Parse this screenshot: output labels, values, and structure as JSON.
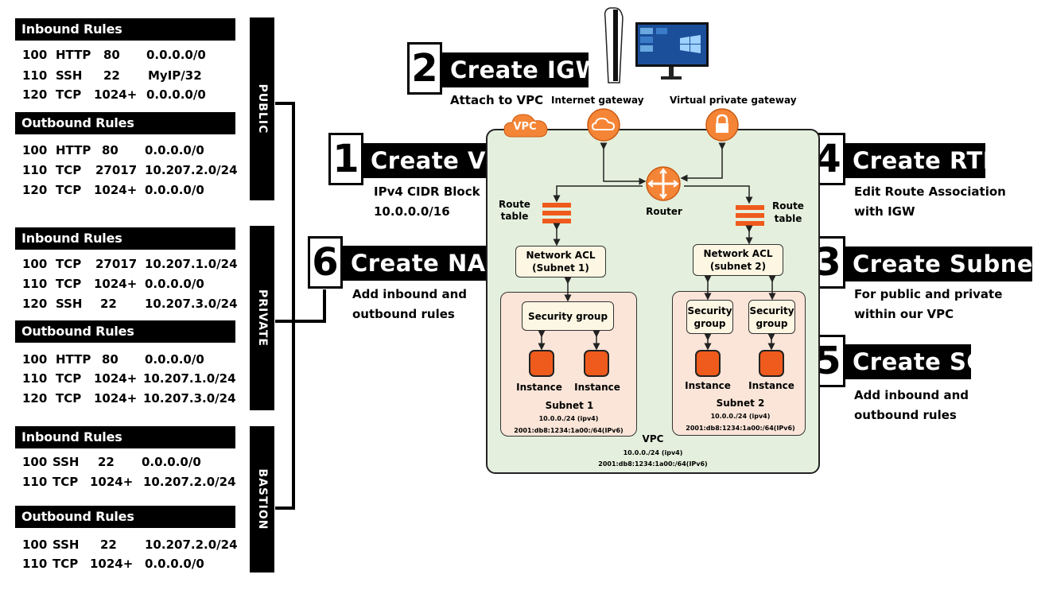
{
  "public": {
    "side_label": "PUBLIC",
    "inbound_title": "Inbound Rules",
    "inbound": [
      [
        "100",
        "HTTP",
        "80",
        "0.0.0.0/0"
      ],
      [
        "110",
        "SSH",
        "22",
        "MyIP/32"
      ],
      [
        "120",
        "TCP",
        "1024+",
        "0.0.0.0/0"
      ]
    ],
    "outbound_title": "Outbound Rules",
    "outbound": [
      [
        "100",
        "HTTP",
        "80",
        "0.0.0.0/0"
      ],
      [
        "110",
        "TCP",
        "27017",
        "10.207.2.0/24"
      ],
      [
        "120",
        "TCP",
        "1024+",
        "0.0.0.0/0"
      ]
    ]
  },
  "private": {
    "side_label": "PRIVATE",
    "inbound_title": "Inbound Rules",
    "inbound": [
      [
        "100",
        "TCP",
        "27017",
        "10.207.1.0/24"
      ],
      [
        "110",
        "TCP",
        "1024+",
        "0.0.0.0/0"
      ],
      [
        "120",
        "SSH",
        "22",
        "10.207.3.0/24"
      ]
    ],
    "outbound_title": "Outbound Rules",
    "outbound": [
      [
        "100",
        "HTTP",
        "80",
        "0.0.0.0/0"
      ],
      [
        "110",
        "TCP",
        "1024+",
        "10.207.1.0/24"
      ],
      [
        "120",
        "TCP",
        "1024+",
        "10.207.3.0/24"
      ]
    ]
  },
  "bastion": {
    "side_label": "BASTION",
    "inbound_title": "Inbound Rules",
    "inbound": [
      [
        "100",
        "SSH",
        "22",
        "0.0.0.0/0"
      ],
      [
        "110",
        "TCP",
        "1024+",
        "10.207.2.0/24"
      ]
    ],
    "outbound_title": "Outbound Rules",
    "outbound": [
      [
        "100",
        "SSH",
        "22",
        "10.207.2.0/24"
      ],
      [
        "110",
        "TCP",
        "1024+",
        "0.0.0.0/0"
      ]
    ]
  },
  "steps": {
    "s1": {
      "num": "1",
      "title": "Create VPC",
      "desc1": "IPv4 CIDR Block",
      "desc2": "10.0.0.0/16"
    },
    "s2": {
      "num": "2",
      "title": "Create IGW",
      "desc1": "Attach to VPC"
    },
    "s3": {
      "num": "3",
      "title": "Create Subnets",
      "desc1": "For public and private",
      "desc2": "within our VPC"
    },
    "s4": {
      "num": "4",
      "title": "Create RTB",
      "desc1": "Edit Route Association",
      "desc2": "with IGW"
    },
    "s5": {
      "num": "5",
      "title": "Create SG",
      "desc1": "Add inbound and",
      "desc2": "outbound rules"
    },
    "s6": {
      "num": "6",
      "title": "Create NACL",
      "desc1": "Add inbound and",
      "desc2": "outbound rules"
    }
  },
  "diagram": {
    "vpc_badge": "VPC",
    "internet_gateway": "Internet gateway",
    "virtual_private_gateway": "Virtual private gateway",
    "router": "Router",
    "route_table_1a": "Route",
    "route_table_1b": "table",
    "route_table_2a": "Route",
    "route_table_2b": "table",
    "nacl1_a": "Network ACL",
    "nacl1_b": "(Subnet 1)",
    "nacl2_a": "Network ACL",
    "nacl2_b": "(subnet 2)",
    "sg1": "Security group",
    "sg2_a": "Security",
    "sg2_b": "group",
    "sg3_a": "Security",
    "sg3_b": "group",
    "instance": "Instance",
    "subnet1_title": "Subnet 1",
    "subnet1_ipv4": "10.0.0./24 (ipv4)",
    "subnet1_ipv6": "2001:db8:1234:1a00:/64(IPv6)",
    "subnet2_title": "Subnet 2",
    "subnet2_ipv4": "10.0.0./24 (ipv4)",
    "subnet2_ipv6": "2001:db8:1234:1a00:/64(IPv6)",
    "vpc_title": "VPC",
    "vpc_ipv4": "10.0.0./24 (ipv4)",
    "vpc_ipv6": "2001:db8:1234:1a00:/64(IPv6)"
  },
  "colors": {
    "vpc_bg": "#e4f0dd",
    "subnet_bg": "#fbe5d8",
    "box_bg": "#fdf6e3",
    "accent_orange": "#ef5b1c",
    "cloud_orange": "#f58536"
  }
}
